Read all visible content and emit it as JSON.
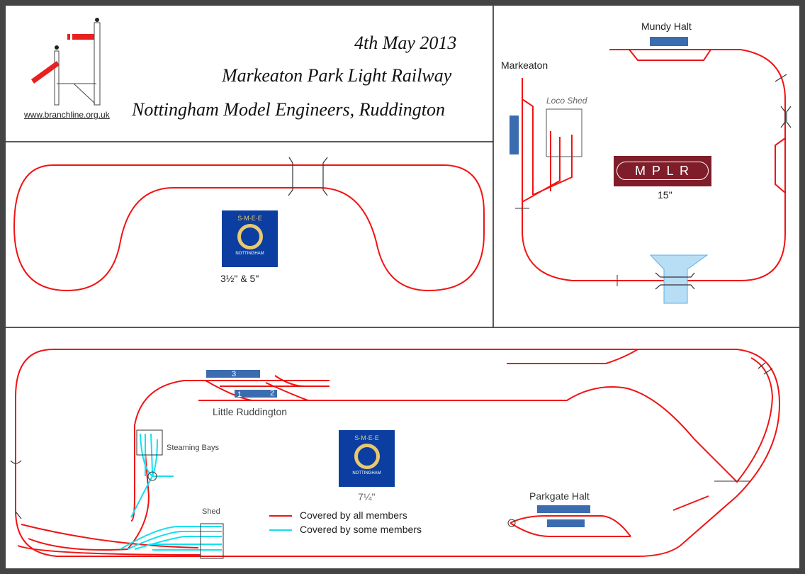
{
  "header": {
    "date": "4th May 2013",
    "title1": "Markeaton Park Light Railway",
    "title2": "Nottingham Model Engineers, Ruddington",
    "website": "www.branchline.org.uk"
  },
  "panel_small": {
    "gauge": "3½\" & 5\"",
    "logo_text_top": "S·M·E·E",
    "logo_text_bottom": "NOTTINGHAM"
  },
  "panel_mplr": {
    "station1": "Mundy Halt",
    "station2": "Markeaton",
    "shed": "Loco Shed",
    "sign": "M P L R",
    "gauge": "15\""
  },
  "panel_large": {
    "station": "Little Ruddington",
    "platforms": [
      "1",
      "2",
      "3"
    ],
    "steaming": "Steaming Bays",
    "shed": "Shed",
    "halt": "Parkgate Halt",
    "gauge": "7¼\"",
    "logo_text_top": "S·M·E·E",
    "logo_text_bottom": "NOTTINGHAM"
  },
  "legend": [
    {
      "label": "Covered by all members",
      "color": "#f01414"
    },
    {
      "label": "Covered by some members",
      "color": "#14e0f0"
    }
  ]
}
